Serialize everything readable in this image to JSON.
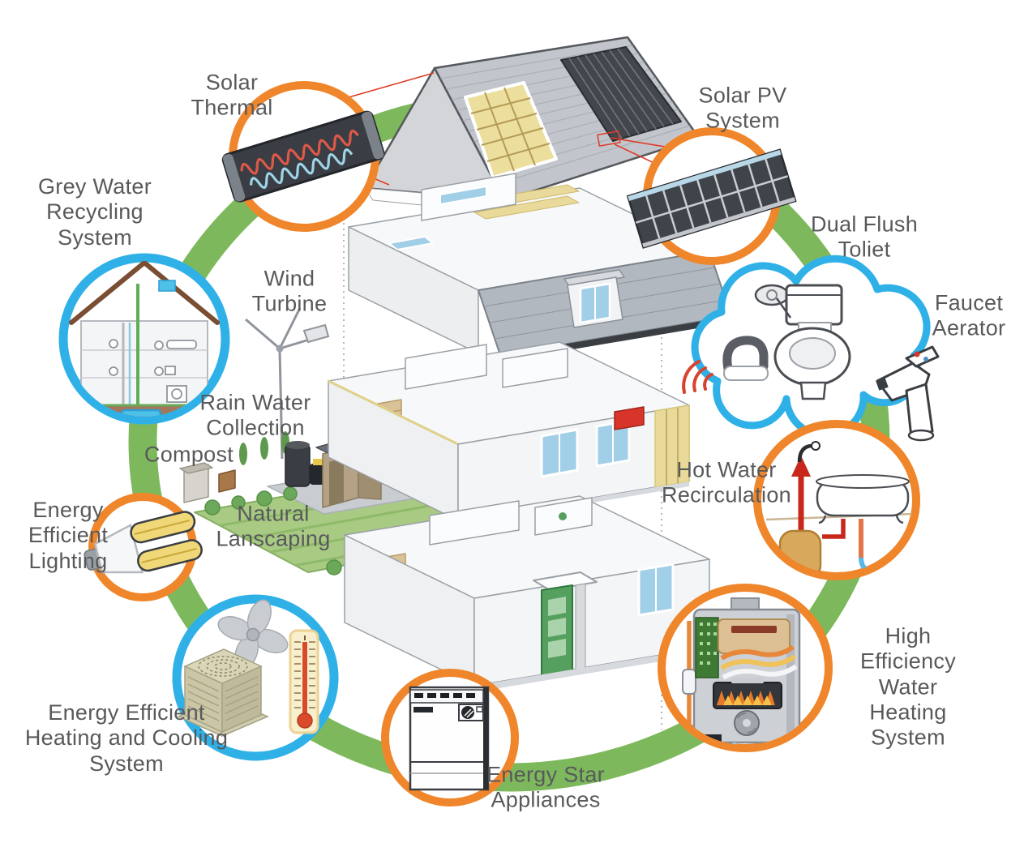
{
  "colors": {
    "ring_green": "#7db95c",
    "accent_orange": "#f0862b",
    "accent_blue": "#2fb1e8",
    "text_color": "#58595b"
  },
  "callouts": [
    {
      "id": "solar-thermal",
      "label": "Solar\nThermal",
      "ring": "orange",
      "icon": "solar-thermal-collector-icon"
    },
    {
      "id": "solar-pv",
      "label": "Solar PV\nSystem",
      "ring": "orange",
      "icon": "solar-pv-panel-icon"
    },
    {
      "id": "dual-flush-toilet",
      "label": "Dual Flush\nToliet",
      "ring": "blue",
      "icon": "dual-flush-toilet-icon"
    },
    {
      "id": "faucet-aerator",
      "label": "Faucet\nAerator",
      "ring": "blue",
      "icon": "faucet-icon"
    },
    {
      "id": "grey-water-recycling",
      "label": "Grey Water\nRecycling\nSystem",
      "ring": "blue",
      "icon": "greywater-house-icon"
    },
    {
      "id": "energy-efficient-lighting",
      "label": "Energy\nEfficient\nLighting",
      "ring": "orange",
      "icon": "cfl-bulb-icon"
    },
    {
      "id": "hot-water-recirculation",
      "label": "Hot Water\nRecirculation",
      "ring": "orange",
      "icon": "bathtub-pipes-icon"
    },
    {
      "id": "high-efficiency-water-heating",
      "label": "High Efficiency\nWater Heating\nSystem",
      "ring": "orange",
      "icon": "tankless-water-heater-icon"
    },
    {
      "id": "energy-star-appliances",
      "label": "Energy Star\nAppliances",
      "ring": "orange",
      "icon": "dishwasher-icon"
    },
    {
      "id": "heating-cooling",
      "label": "Energy Efficient\nHeating and Cooling\nSystem",
      "ring": "blue",
      "icon": "hvac-fan-thermometer-icon"
    }
  ],
  "annotations": [
    {
      "id": "wind-turbine",
      "label": "Wind\nTurbine"
    },
    {
      "id": "rain-water-collection",
      "label": "Rain Water\nCollection"
    },
    {
      "id": "compost",
      "label": "Compost"
    },
    {
      "id": "natural-landscaping",
      "label": "Natural\nLanscaping"
    }
  ]
}
